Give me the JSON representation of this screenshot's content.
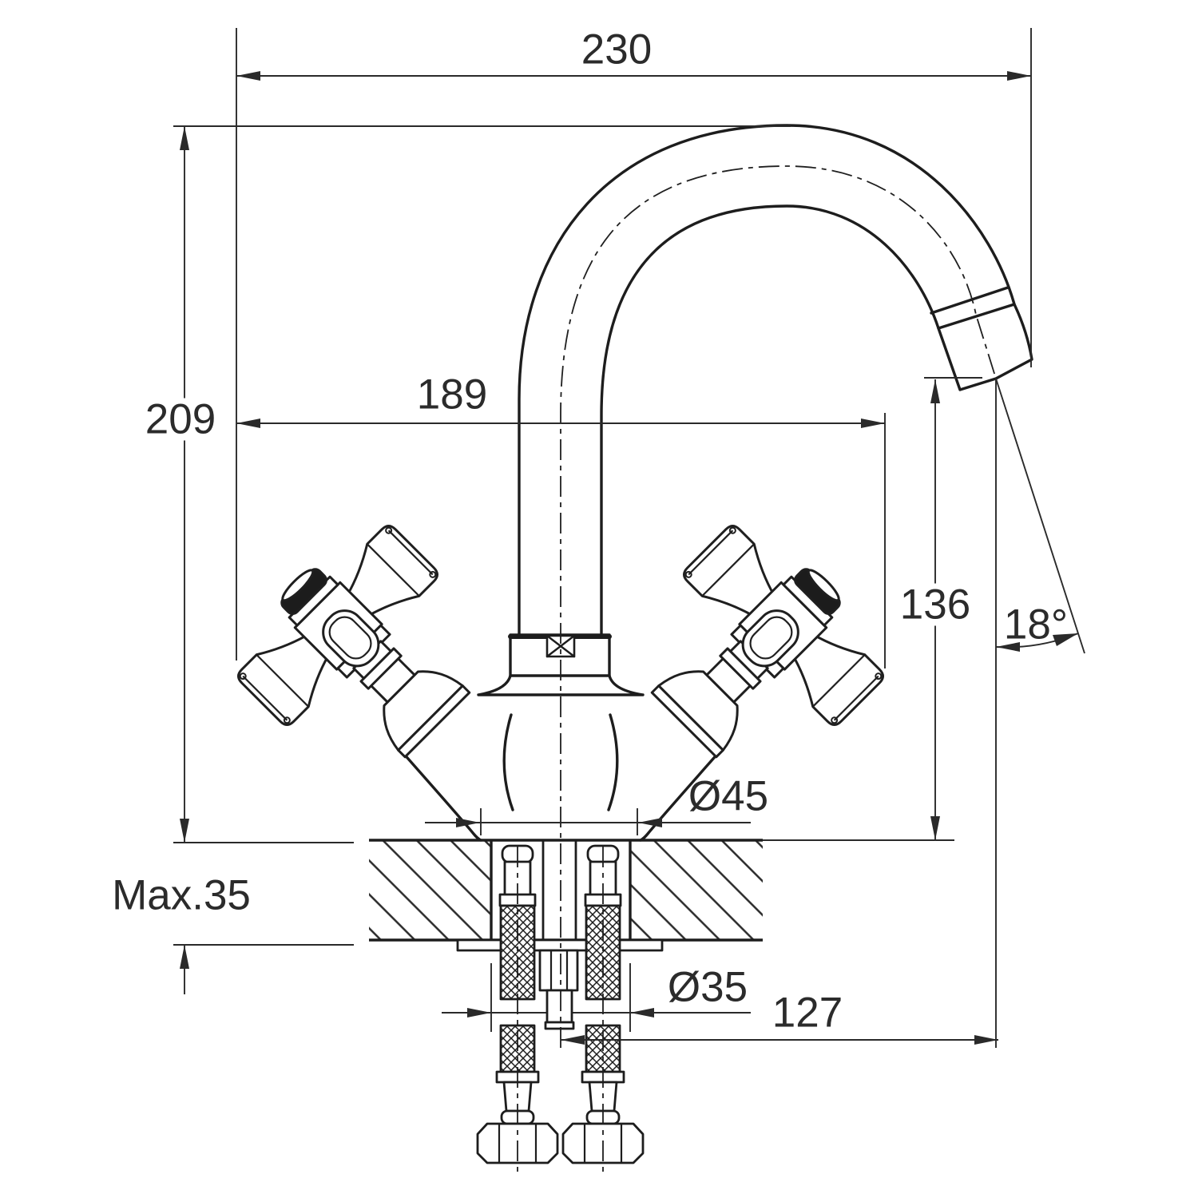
{
  "drawing": {
    "dims": {
      "overall_width": "230",
      "total_height": "209",
      "handle_span": "189",
      "spout_height": "136",
      "spout_angle": "18°",
      "base_diameter": "Ø45",
      "max_thickness": "Max.35",
      "hole_diameter": "Ø35",
      "spout_reach": "127"
    }
  }
}
